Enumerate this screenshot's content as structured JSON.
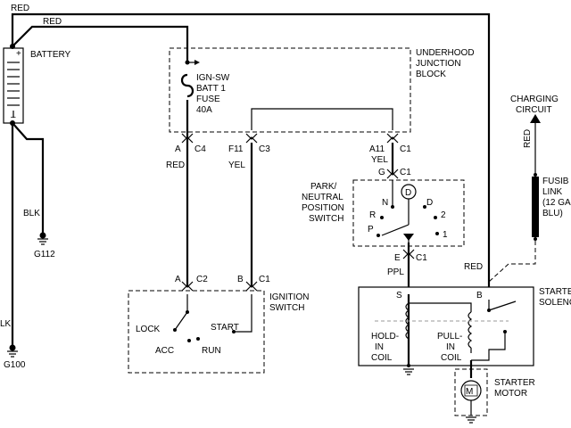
{
  "labels": {
    "red_top": "RED",
    "red_mid": "RED",
    "battery": "BATTERY",
    "batt_plus": "+",
    "batt_minus": "–",
    "blk_batt": "BLK",
    "g112": "G112",
    "blk_left": "LK",
    "g100": "G100",
    "underhood_1": "UNDERHOOD",
    "underhood_2": "JUNCTION",
    "underhood_3": "BLOCK",
    "fuse_1": "IGN-SW",
    "fuse_2": "BATT 1",
    "fuse_3": "FUSE",
    "fuse_4": "40A",
    "pin_a": "A",
    "c4": "C4",
    "pin_f11": "F11",
    "c3": "C3",
    "pin_a11": "A11",
    "c1_a11": "C1",
    "red_c4": "RED",
    "yel_c3": "YEL",
    "yel_a11": "YEL",
    "pin_g": "G",
    "c1_g": "C1",
    "pns_1": "PARK/",
    "pns_2": "NEUTRAL",
    "pns_3": "POSITION",
    "pns_4": "SWITCH",
    "pns_n": "N",
    "pns_d_circle": "D",
    "pns_d": "D",
    "pns_r": "R",
    "pns_2_pos": "2",
    "pns_p": "P",
    "pns_1_pos": "1",
    "pin_e": "E",
    "c1_e": "C1",
    "ppl": "PPL",
    "pin_a_ign": "A",
    "c2": "C2",
    "pin_b_ign": "B",
    "c1_ign": "C1",
    "ign_1": "IGNITION",
    "ign_2": "SWITCH",
    "lock": "LOCK",
    "start": "START",
    "acc": "ACC",
    "run": "RUN",
    "charging_1": "CHARGING",
    "charging_2": "CIRCUIT",
    "red_charging": "RED",
    "fusible_1": "FUSIB",
    "fusible_2": "LINK",
    "fusible_3": "(12 GA",
    "fusible_4": "BLU)",
    "red_starter": "RED",
    "pin_s": "S",
    "pin_b_starter": "B",
    "starter_1": "STARTE",
    "starter_2": "SOLENO",
    "hold_1": "HOLD-",
    "hold_2": "IN",
    "hold_3": "COIL",
    "pull_1": "PULL-",
    "pull_2": "IN",
    "pull_3": "COIL",
    "motor_m": "M",
    "motor_1": "STARTER",
    "motor_2": "MOTOR"
  },
  "icons": {
    "battery": "battery-icon",
    "ground": "ground-icon",
    "fuse": "fuse-icon",
    "motor": "motor-icon",
    "coil": "coil-icon",
    "arrow": "arrow-up-icon"
  }
}
